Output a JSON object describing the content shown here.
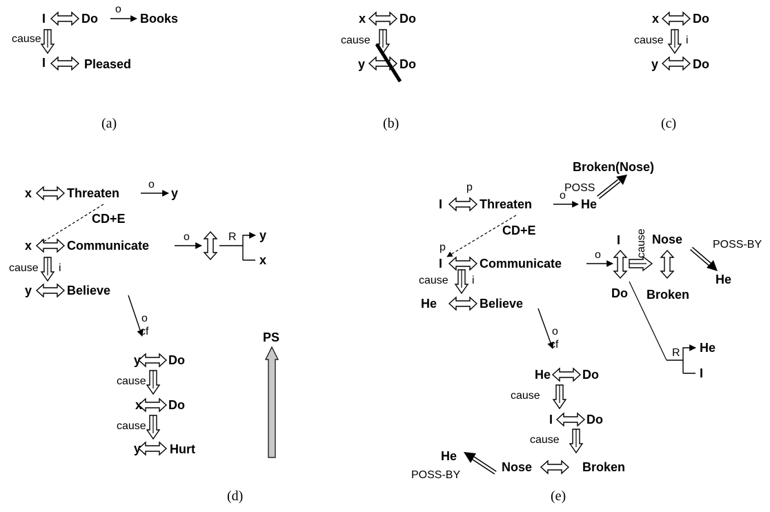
{
  "captions": {
    "a": "(a)",
    "b": "(b)",
    "c": "(c)",
    "d": "(d)",
    "e": "(e)"
  },
  "a": {
    "I": "I",
    "Do": "Do",
    "o": "o",
    "Books": "Books",
    "cause": "cause",
    "I2": "I",
    "Pleased": "Pleased"
  },
  "b": {
    "x": "x",
    "Do": "Do",
    "cause": "cause",
    "y": "y",
    "Do2": "Do"
  },
  "c": {
    "x": "x",
    "Do": "Do",
    "cause": "cause",
    "i": "i",
    "y": "y",
    "Do2": "Do"
  },
  "d": {
    "x1": "x",
    "Threaten": "Threaten",
    "o1": "o",
    "y1": "y",
    "cde": "CD+E",
    "x2": "x",
    "Communicate": "Communicate",
    "o2": "o",
    "R": "R",
    "ry": "y",
    "rx": "x",
    "cause1": "cause",
    "i": "i",
    "y2": "y",
    "Believe": "Believe",
    "o3": "o",
    "cf": "cf",
    "y3": "y",
    "Do1": "Do",
    "cause2": "cause",
    "x3": "x",
    "Do2": "Do",
    "cause3": "cause",
    "y4": "y",
    "Hurt": "Hurt",
    "PS": "PS"
  },
  "e": {
    "BrokenNose": "Broken(Nose)",
    "POSS": "POSS",
    "p1": "p",
    "I1": "I",
    "Threaten": "Threaten",
    "o1": "o",
    "He1": "He",
    "cde": "CD+E",
    "p2": "p",
    "I2": "I",
    "Communicate": "Communicate",
    "o2": "o",
    "I3": "I",
    "Do3": "Do",
    "cause_v": "cause",
    "Nose1": "Nose",
    "Broken1": "Broken",
    "possby1": "POSS-BY",
    "He2": "He",
    "cause1": "cause",
    "i": "i",
    "He3": "He",
    "Believe": "Believe",
    "o3": "o",
    "R": "R",
    "rHe": "He",
    "rI": "I",
    "cf": "cf",
    "He4": "He",
    "Do1": "Do",
    "cause2": "cause",
    "I4": "I",
    "Do2": "Do",
    "cause3": "cause",
    "He5": "He",
    "possby2": "POSS-BY",
    "Nose2": "Nose",
    "Broken2": "Broken"
  }
}
